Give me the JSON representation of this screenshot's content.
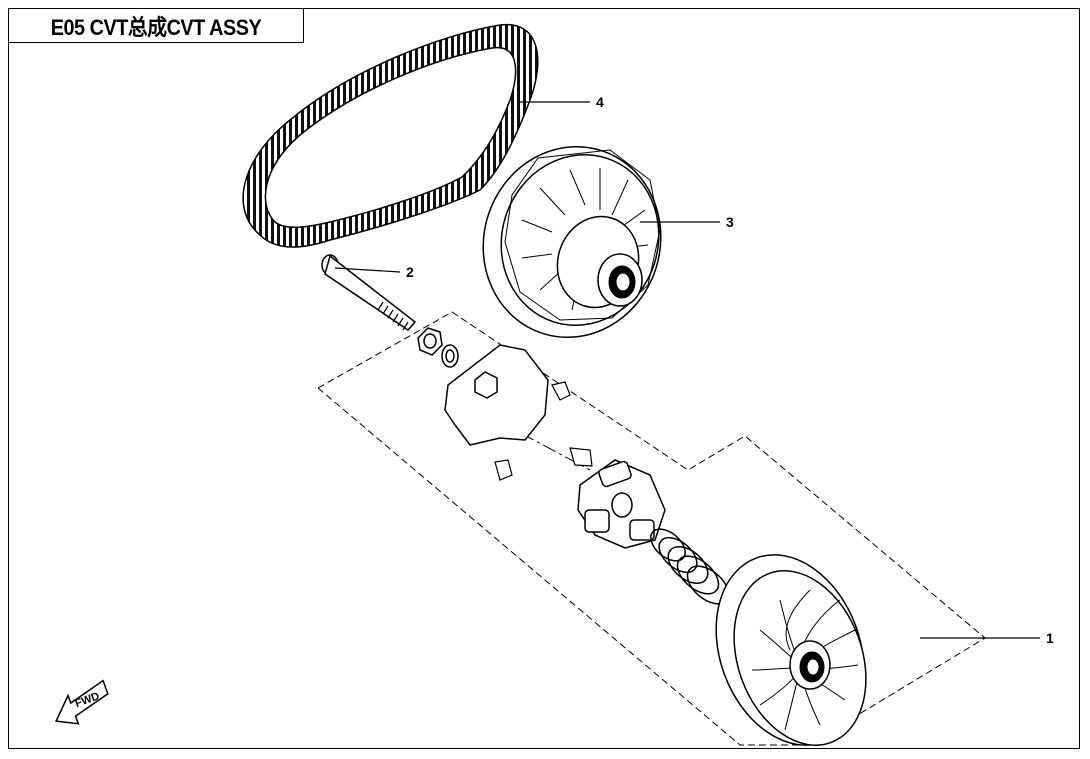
{
  "header": {
    "title": "E05 CVT总成CVT ASSY"
  },
  "callouts": [
    {
      "id": "callout-1",
      "label": "1"
    },
    {
      "id": "callout-2",
      "label": "2"
    },
    {
      "id": "callout-3",
      "label": "3"
    },
    {
      "id": "callout-4",
      "label": "4"
    }
  ],
  "fwd": {
    "label": "FWD"
  },
  "colors": {
    "line": "#000000",
    "background": "#ffffff"
  }
}
